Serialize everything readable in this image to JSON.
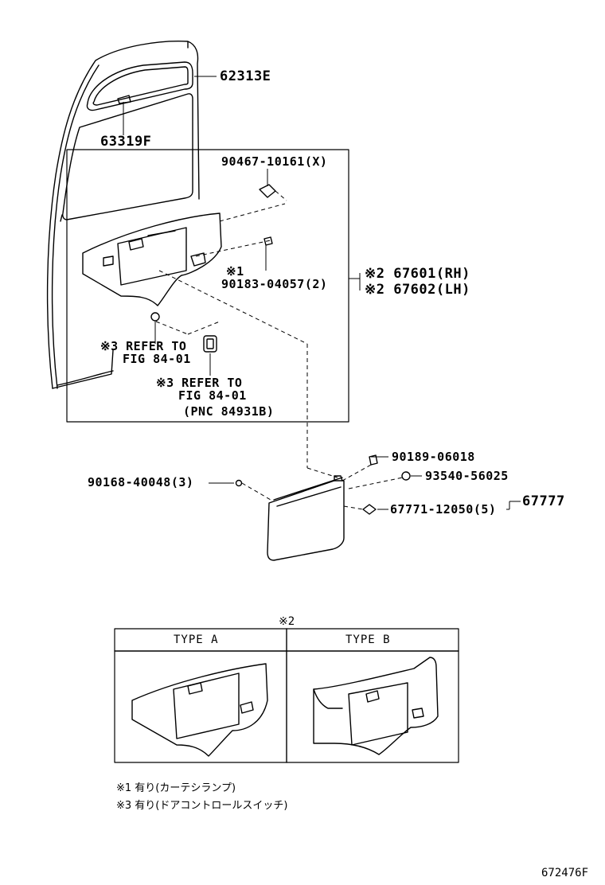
{
  "diagram": {
    "figure_id": "672476F",
    "callouts": {
      "weatherstrip": "62313E",
      "garnish": "63319F",
      "clip_x": "90467-10161(X)",
      "note1_mark": "※1",
      "screw_2": "90183-04057(2)",
      "board_rh": "※2 67601(RH)",
      "board_lh": "※2 67602(LH)",
      "refer1_line1": "※3 REFER TO",
      "refer1_line2": "FIG 84-01",
      "refer2_line1": "※3 REFER TO",
      "refer2_line2": "FIG 84-01",
      "refer2_line3": "(PNC 84931B)",
      "screw_90189": "90189-06018",
      "clip_93540": "93540-56025",
      "screw_3": "90168-40048(3)",
      "clip_5": "67771-12050(5)",
      "panel_assy": "67777"
    },
    "types": {
      "mark": "※2",
      "type_a": "TYPE A",
      "type_b": "TYPE B"
    },
    "footnotes": {
      "note1": "※1 有り(カーテシランプ)",
      "note3": "※3 有り(ドアコントロールスイッチ)"
    }
  }
}
